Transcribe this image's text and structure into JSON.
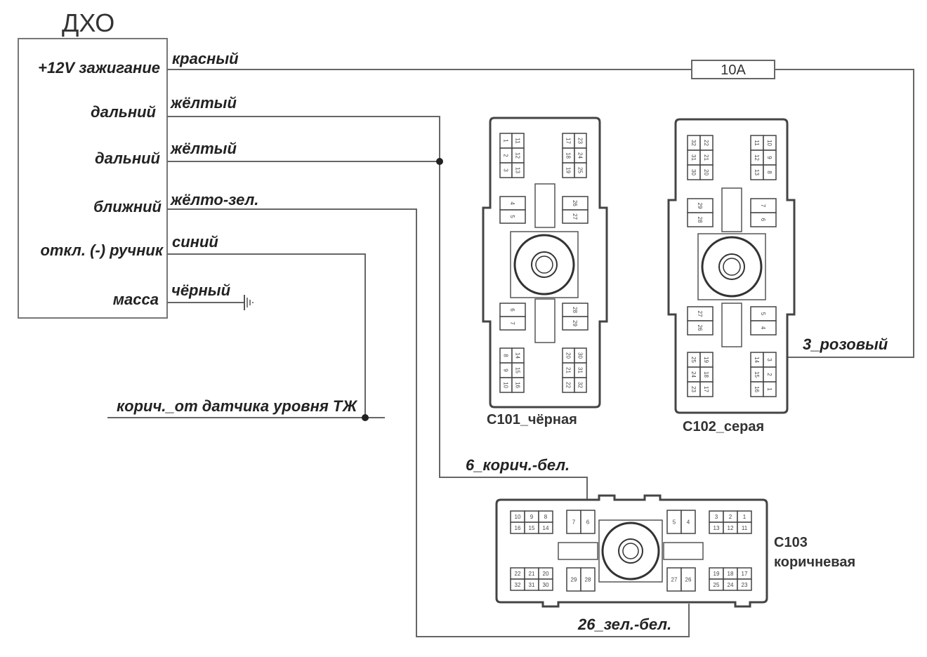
{
  "module": {
    "title": "ДХО",
    "pins": [
      {
        "label": "+12V зажигание",
        "wire": "красный"
      },
      {
        "label": "дальний",
        "wire": "жёлтый"
      },
      {
        "label": "дальний",
        "wire": "жёлтый"
      },
      {
        "label": "ближний",
        "wire": "жёлто-зел."
      },
      {
        "label": "откл. (-) ручник",
        "wire": "синий"
      },
      {
        "label": "масса",
        "wire": "чёрный"
      }
    ]
  },
  "fuse": {
    "label": "10A"
  },
  "wire_labels": {
    "pink": "3_розовый",
    "brown_sensor": "корич._от датчика уровня ТЖ",
    "brown_white": "6_корич.-бел.",
    "green_white": "26_зел.-бел."
  },
  "connectors": {
    "c101": {
      "name": "C101_чёрная",
      "top_left": [
        [
          "1",
          "11"
        ],
        [
          "2",
          "12"
        ],
        [
          "3",
          "13"
        ]
      ],
      "top_right": [
        [
          "17",
          "23"
        ],
        [
          "18",
          "24"
        ],
        [
          "19",
          "25"
        ]
      ],
      "mid_left": [
        "4",
        "5"
      ],
      "mid_right": [
        "26",
        "27"
      ],
      "low_left": [
        "6",
        "7"
      ],
      "low_right": [
        "28",
        "29"
      ],
      "bottom_left": [
        [
          "8",
          "14"
        ],
        [
          "9",
          "15"
        ],
        [
          "10",
          "16"
        ]
      ],
      "bottom_right": [
        [
          "20",
          "30"
        ],
        [
          "21",
          "31"
        ],
        [
          "22",
          "32"
        ]
      ]
    },
    "c102": {
      "name": "C102_серая",
      "top_left": [
        [
          "32",
          "22"
        ],
        [
          "31",
          "21"
        ],
        [
          "30",
          "20"
        ]
      ],
      "top_right": [
        [
          "11",
          "10"
        ],
        [
          "12",
          "9"
        ],
        [
          "13",
          "8"
        ]
      ],
      "mid_left": [
        "29",
        "28"
      ],
      "mid_right": [
        "7",
        "6"
      ],
      "low_left": [
        "27",
        "26"
      ],
      "low_right": [
        "5",
        "4"
      ],
      "bottom_left": [
        [
          "25",
          "19"
        ],
        [
          "24",
          "18"
        ],
        [
          "23",
          "17"
        ]
      ],
      "bottom_right": [
        [
          "14",
          "3"
        ],
        [
          "15",
          "2"
        ],
        [
          "16",
          "1"
        ]
      ]
    },
    "c103": {
      "name_line1": "C103",
      "name_line2": "коричневая",
      "left_top": [
        [
          "10",
          "9",
          "8"
        ],
        [
          "16",
          "15",
          "14"
        ]
      ],
      "left_pair_top": [
        "7",
        "6"
      ],
      "left_bottom": [
        [
          "22",
          "21",
          "20"
        ],
        [
          "32",
          "31",
          "30"
        ]
      ],
      "left_pair_bottom": [
        "29",
        "28"
      ],
      "right_pair_top": [
        "5",
        "4"
      ],
      "right_top": [
        [
          "3",
          "2",
          "1"
        ],
        [
          "13",
          "12",
          "11"
        ]
      ],
      "right_pair_bottom": [
        "27",
        "26"
      ],
      "right_bottom": [
        [
          "19",
          "18",
          "17"
        ],
        [
          "25",
          "24",
          "23"
        ]
      ]
    }
  }
}
